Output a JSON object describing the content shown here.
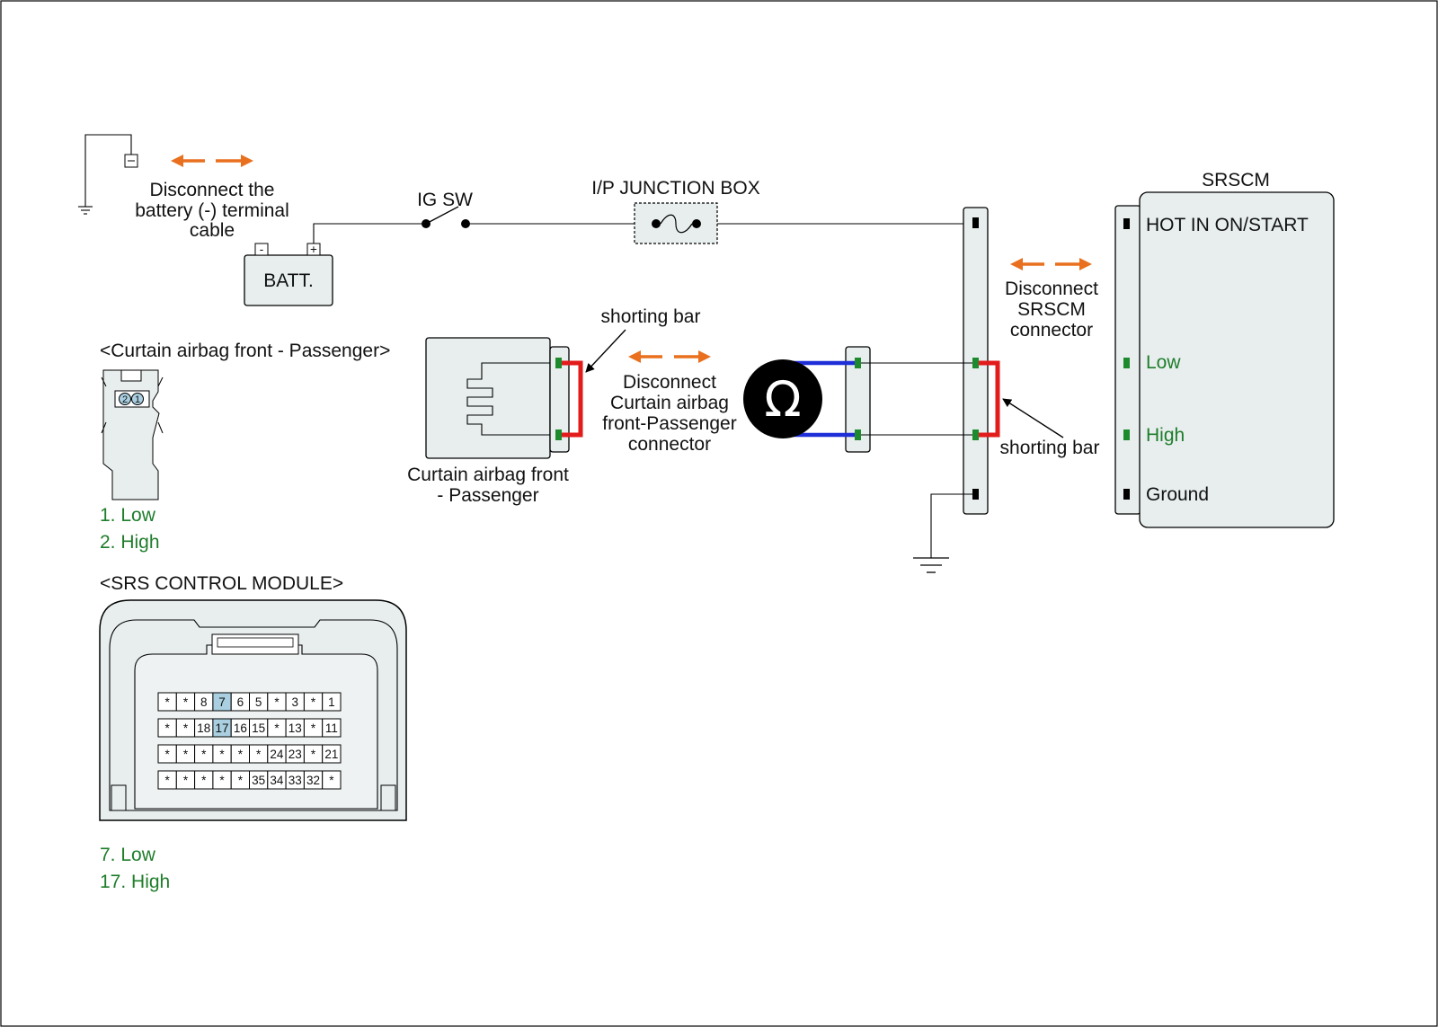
{
  "battery": {
    "disconnect_label": [
      "Disconnect the",
      "battery (-) terminal",
      "cable"
    ],
    "batt_label": "BATT.",
    "neg_symbol": "-",
    "pos_symbol": "+"
  },
  "ig_switch_label": "IG SW",
  "junction_box_label": "I/P JUNCTION BOX",
  "srscm": {
    "title": "SRSCM",
    "pins": [
      "HOT IN ON/START",
      "Low",
      "High",
      "Ground"
    ],
    "disconnect_label": [
      "Disconnect",
      "SRSCM",
      "connector"
    ]
  },
  "curtain": {
    "section_title": "<Curtain airbag front - Passenger>",
    "pin_numbers": [
      "2",
      "1"
    ],
    "pin_legend": [
      "1. Low",
      "2. High"
    ],
    "component_label": [
      "Curtain airbag front",
      "- Passenger"
    ],
    "disconnect_label": [
      "Disconnect",
      "Curtain airbag",
      "front-Passenger",
      "connector"
    ]
  },
  "shorting_bar_label": "shorting bar",
  "ohmmeter_symbol": "Ω",
  "srs_module": {
    "section_title": "<SRS CONTROL MODULE>",
    "rows": [
      [
        "*",
        "*",
        "8",
        "7",
        "6",
        "5",
        "*",
        "3",
        "*",
        "1"
      ],
      [
        "*",
        "*",
        "18",
        "17",
        "16",
        "15",
        "*",
        "13",
        "*",
        "11"
      ],
      [
        "*",
        "*",
        "*",
        "*",
        "*",
        "*",
        "24",
        "23",
        "*",
        "21"
      ],
      [
        "*",
        "*",
        "*",
        "*",
        "*",
        "35",
        "34",
        "33",
        "32",
        "*"
      ]
    ],
    "highlighted_pins": [
      "7",
      "17"
    ],
    "pin_legend": [
      "7. Low",
      "17. High"
    ]
  },
  "colors": {
    "arrow_orange": "#e8701e",
    "shorting_bar_red": "#e21b1b",
    "meter_lead_blue": "#1f2fd8",
    "terminal_green": "#1e8a2e",
    "pin_highlight": "#a9cfe0",
    "component_fill": "#e8eeee"
  }
}
